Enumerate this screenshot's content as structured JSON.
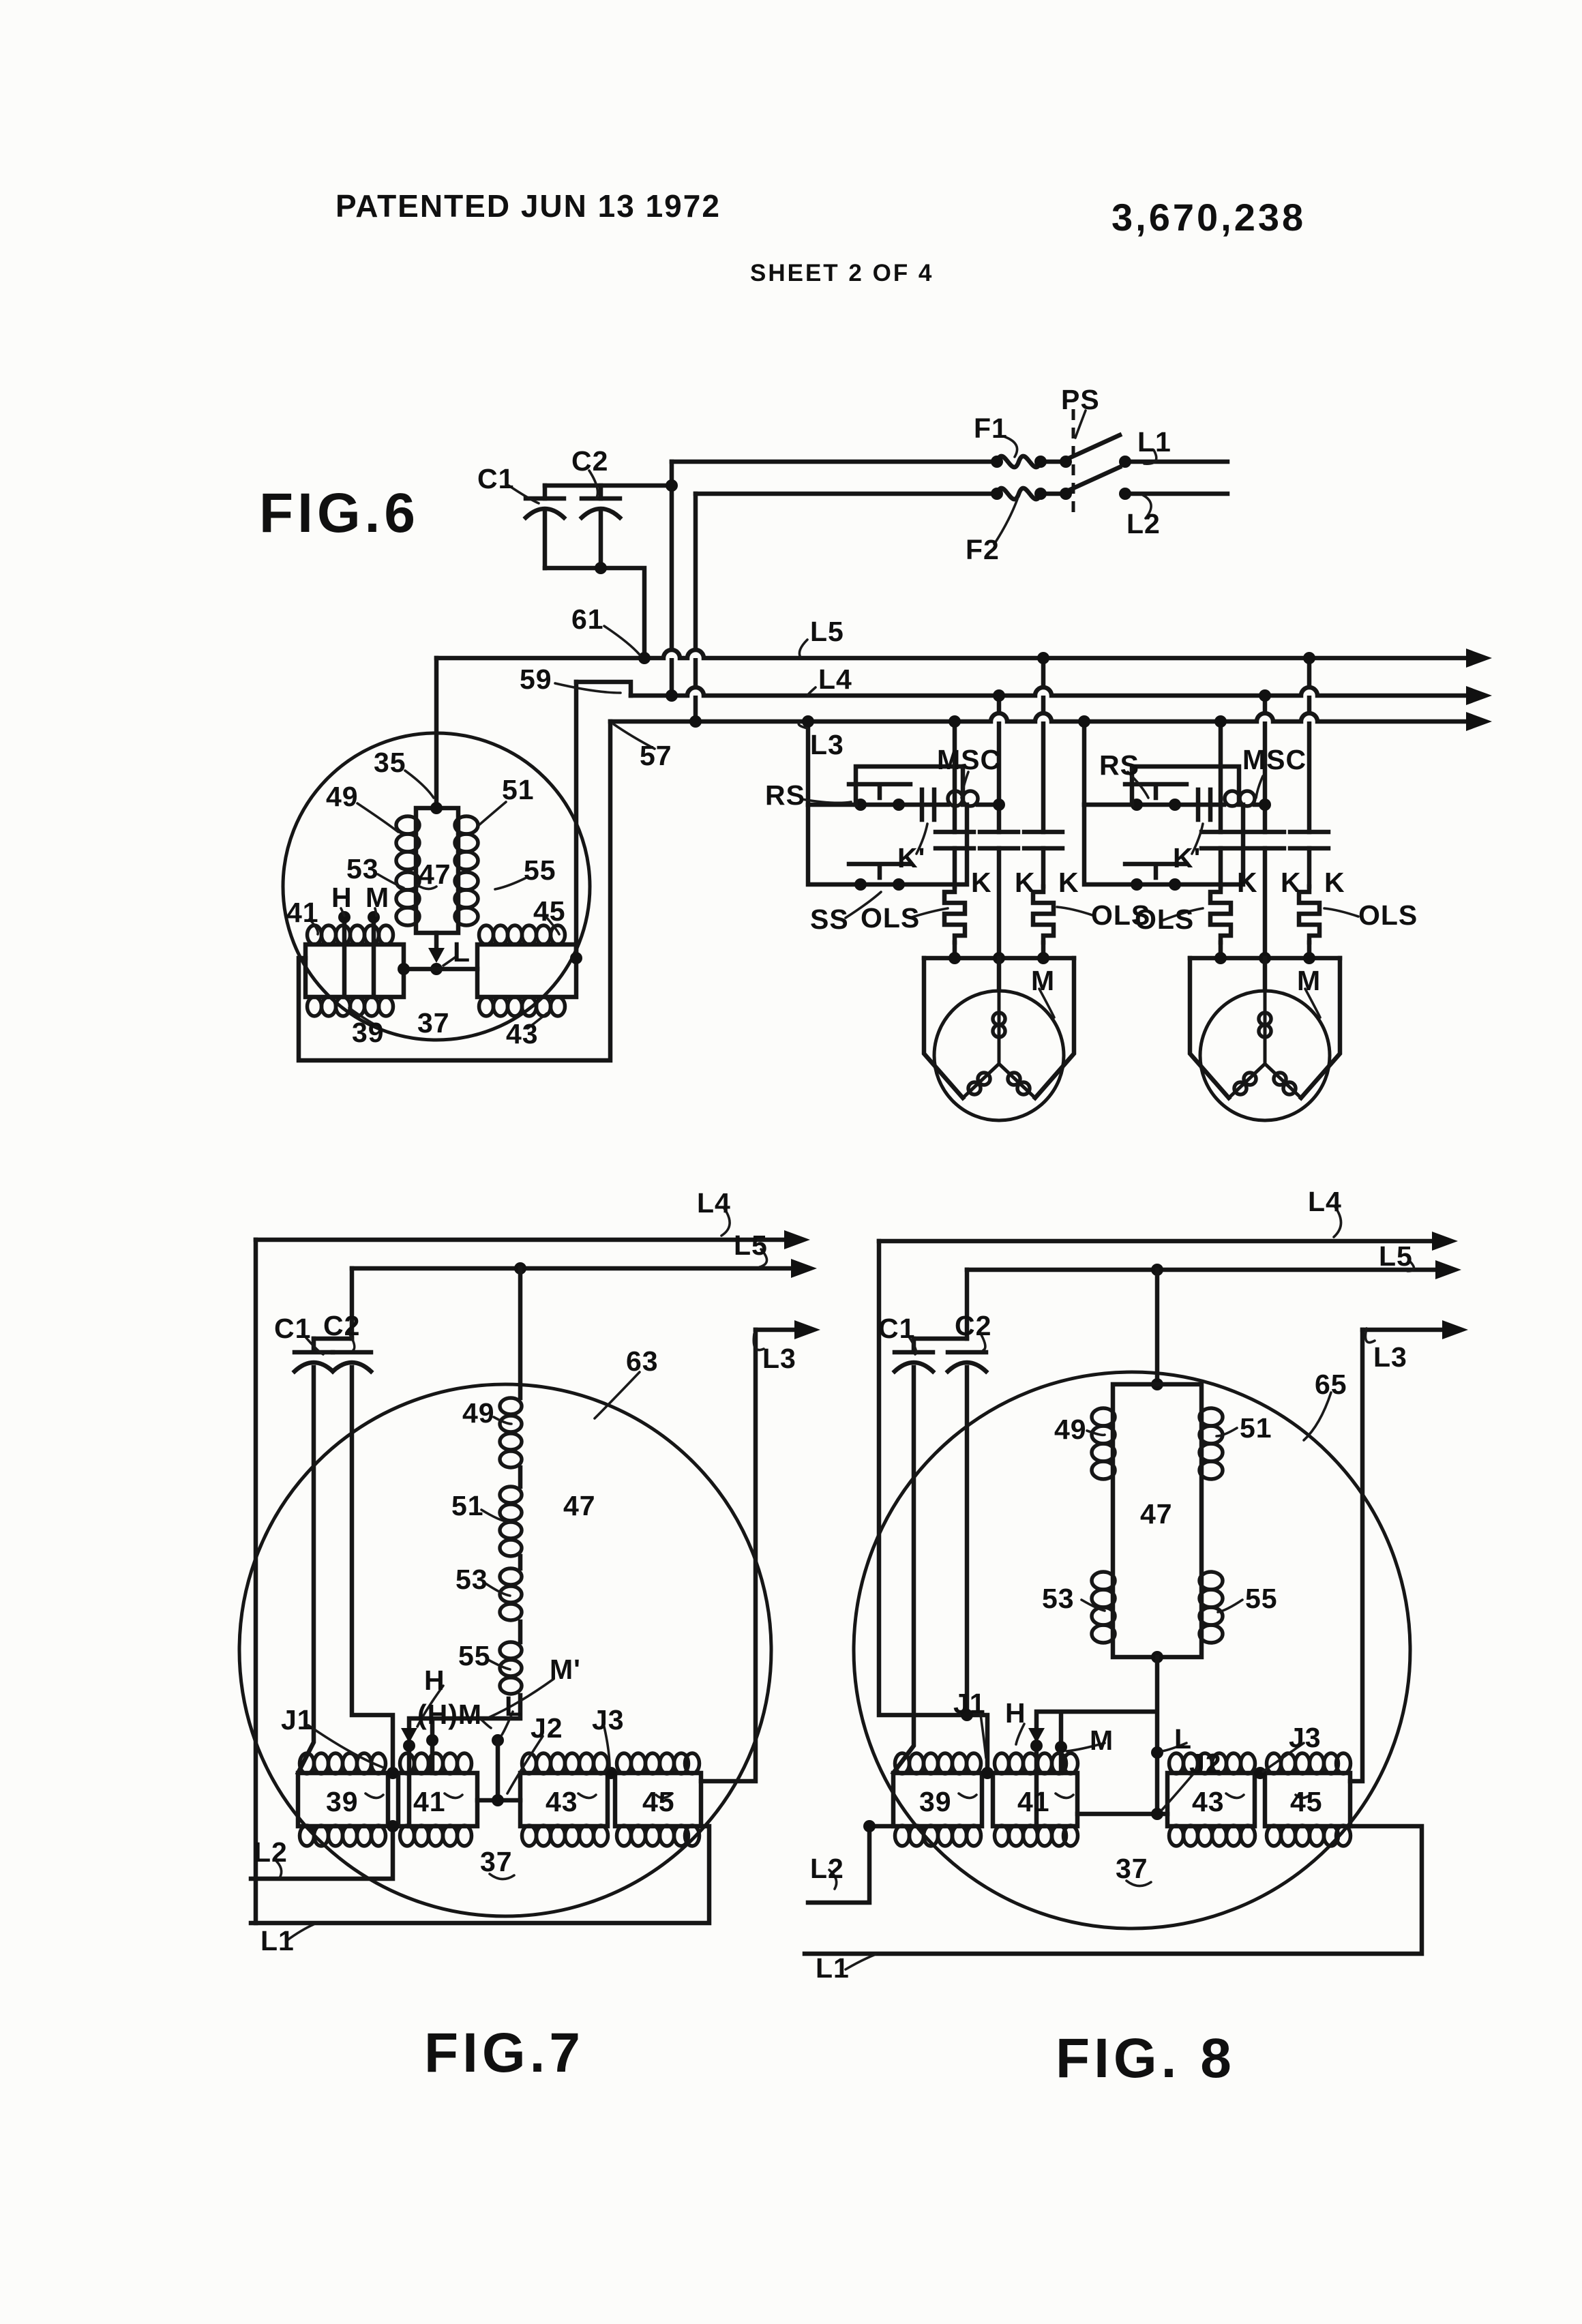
{
  "header": {
    "stamp": "PATENTED JUN 13 1972",
    "patent_number": "3,670,238",
    "sheet": "SHEET 2 OF 4"
  },
  "fig6": {
    "caption": "FIG.6",
    "c1": "C1",
    "c2": "C2",
    "f1": "F1",
    "f2": "F2",
    "ps": "PS",
    "l1": "L1",
    "l2": "L2",
    "l3": "L3",
    "l4": "L4",
    "l5": "L5",
    "n61": "61",
    "n59": "59",
    "n57": "57",
    "n35": "35",
    "n49": "49",
    "n51": "51",
    "n53": "53",
    "n47": "47",
    "n55": "55",
    "n41": "41",
    "h": "H",
    "m": "M",
    "l": "L",
    "n45": "45",
    "n39": "39",
    "n37": "37",
    "n43": "43",
    "rs1": "RS",
    "ss": "SS",
    "msc1": "MSC",
    "kp1": "K'",
    "rs2": "RS",
    "msc2": "MSC",
    "kp2": "K'",
    "k1": "K",
    "k2": "K",
    "k3": "K",
    "k4": "K",
    "k5": "K",
    "k6": "K",
    "ols1": "OLS",
    "ols2": "OLS",
    "ols3": "OLS",
    "ols4": "OLS",
    "m1": "M",
    "m2": "M"
  },
  "fig7": {
    "caption": "FIG.7",
    "l4": "L4",
    "l5": "L5",
    "l3": "L3",
    "c1": "C1",
    "c2": "C2",
    "n63": "63",
    "n49": "49",
    "n51": "51",
    "n47": "47",
    "n53": "53",
    "n55": "55",
    "h": "H",
    "m_prime": "M'",
    "hm": "(H)M",
    "l": "L",
    "j1": "J1",
    "j2": "J2",
    "j3": "J3",
    "n39": "39",
    "n41": "41",
    "n43": "43",
    "n45": "45",
    "n37": "37",
    "l2": "L2",
    "l1": "L1"
  },
  "fig8": {
    "caption": "FIG. 8",
    "l4": "L4",
    "l5": "L5",
    "l3": "L3",
    "c1": "C1",
    "c2": "C2",
    "n65": "65",
    "n49": "49",
    "n51": "51",
    "n47": "47",
    "n53": "53",
    "n55": "55",
    "j1": "J1",
    "h": "H",
    "m": "M",
    "l": "L",
    "j2": "J2",
    "j3": "J3",
    "n39": "39",
    "n41": "41",
    "n43": "43",
    "n45": "45",
    "n37": "37",
    "l2": "L2",
    "l1": "L1"
  }
}
